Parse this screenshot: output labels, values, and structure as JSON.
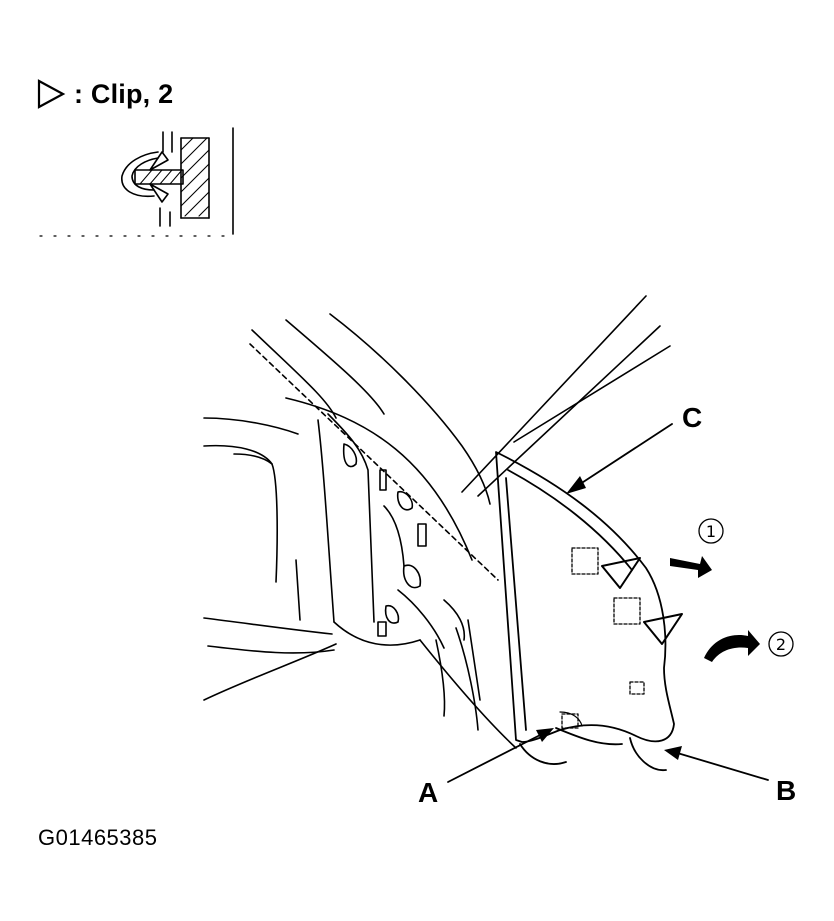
{
  "legend": {
    "icon": "triangle-outline-icon",
    "text": ": Clip, 2"
  },
  "callouts": {
    "a": "A",
    "b": "B",
    "c": "C"
  },
  "steps": {
    "one": "1",
    "two": "2"
  },
  "figure_id": "G01465385"
}
